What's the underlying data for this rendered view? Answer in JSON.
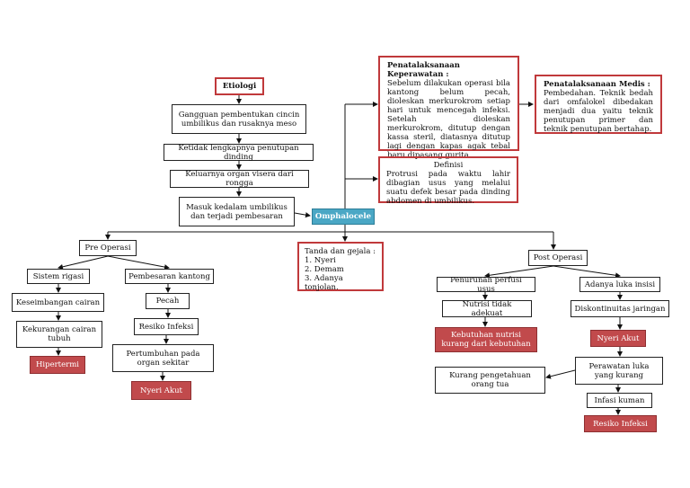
{
  "etiologi": {
    "title": "Etiologi",
    "steps": [
      "Gangguan pembentukan cincin umbilikus dan rusaknya meso",
      "Ketidak lengkapnya penutupan dinding",
      "Keluarnya organ visera dari rongga",
      "Masuk kedalam umbilikus dan terjadi pembesaran"
    ]
  },
  "center": {
    "label": "Omphalocele"
  },
  "keperawatan": {
    "title": "Penatalaksanaan Keperawatan :",
    "body": "Sebelum dilakukan operasi bila kantong belum pecah, dioleskan merkurokrom setiap hari untuk mencegah infeksi. Setelah dioleskan merkurokrom, ditutup dengan kassa steril, diatasnya ditutup lagi dengan kapas agak tebal baru dipasang gurita."
  },
  "medis": {
    "title": "Penatalaksanaan Medis :",
    "body": "Pembedahan. Teknik bedah dari omfalokel dibedakan menjadi dua yaitu teknik penutupan primer dan teknik penutupan bertahap."
  },
  "definisi": {
    "title": "Definisi",
    "body": "Protrusi pada waktu lahir dibagian usus yang melalui suatu defek besar pada dinding abdomen di umbilikus."
  },
  "tanda": {
    "title": "Tanda dan gejala :",
    "items": [
      "1. Nyeri",
      "2. Demam",
      "3. Adanya tonjolan."
    ]
  },
  "pre": {
    "label": "Pre Operasi",
    "left": {
      "label": "Sistem rigasi",
      "steps": [
        "Keseimbangan cairan",
        "Kekurangan cairan tubuh"
      ],
      "diagnosis": "Hipertermi"
    },
    "right": {
      "label": "Pembesaran kantong",
      "steps": [
        "Pecah",
        "Resiko Infeksi",
        "Pertumbuhan pada organ sekitar"
      ],
      "diagnosis": "Nyeri Akut"
    }
  },
  "post": {
    "label": "Post Operasi",
    "left": {
      "label": "Penurunan perfusi usus",
      "steps": [
        "Nutrisi tidak adekuat"
      ],
      "diagnosis": "Kebutuhan nutrisi kurang dari kebutuhan"
    },
    "right": {
      "label": "Adanya luka insisi",
      "steps": [
        "Diskontinuitas jaringan"
      ],
      "diagnosis": "Nyeri Akut",
      "care": "Perawatan luka yang kurang",
      "side": "Kurang pengetahuan orang tua",
      "infection": "Infasi kuman",
      "final": "Resiko Infeksi"
    }
  },
  "colors": {
    "border_red": "#c0393b",
    "fill_red": "#c14a4c",
    "center_teal": "#4aa7c5"
  }
}
